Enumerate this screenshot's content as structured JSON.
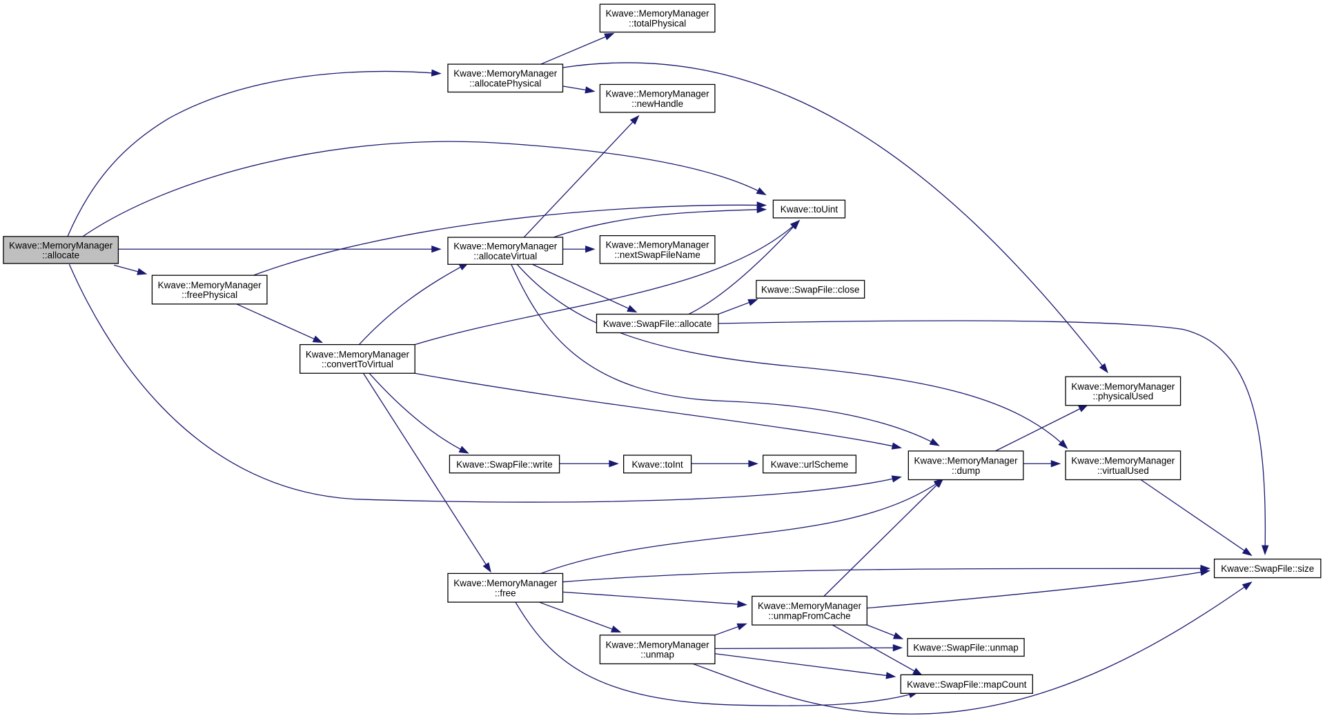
{
  "colors": {
    "edge": "#191970",
    "root_fill": "#bfbfbf",
    "node_fill": "#ffffff",
    "node_border": "#000000"
  },
  "nodes": [
    {
      "id": "allocate",
      "lines": [
        "Kwave::MemoryManager",
        "::allocate"
      ],
      "root": true
    },
    {
      "id": "allocatePhysical",
      "lines": [
        "Kwave::MemoryManager",
        "::allocatePhysical"
      ]
    },
    {
      "id": "totalPhysical",
      "lines": [
        "Kwave::MemoryManager",
        "::totalPhysical"
      ]
    },
    {
      "id": "newHandle",
      "lines": [
        "Kwave::MemoryManager",
        "::newHandle"
      ]
    },
    {
      "id": "toUint",
      "lines": [
        "Kwave::toUint"
      ]
    },
    {
      "id": "allocateVirtual",
      "lines": [
        "Kwave::MemoryManager",
        "::allocateVirtual"
      ]
    },
    {
      "id": "nextSwapFileName",
      "lines": [
        "Kwave::MemoryManager",
        "::nextSwapFileName"
      ]
    },
    {
      "id": "freePhysical",
      "lines": [
        "Kwave::MemoryManager",
        "::freePhysical"
      ]
    },
    {
      "id": "swapClose",
      "lines": [
        "Kwave::SwapFile::close"
      ]
    },
    {
      "id": "swapAllocate",
      "lines": [
        "Kwave::SwapFile::allocate"
      ]
    },
    {
      "id": "convertToVirtual",
      "lines": [
        "Kwave::MemoryManager",
        "::convertToVirtual"
      ]
    },
    {
      "id": "physicalUsed",
      "lines": [
        "Kwave::MemoryManager",
        "::physicalUsed"
      ]
    },
    {
      "id": "swapWrite",
      "lines": [
        "Kwave::SwapFile::write"
      ]
    },
    {
      "id": "toInt",
      "lines": [
        "Kwave::toInt"
      ]
    },
    {
      "id": "urlScheme",
      "lines": [
        "Kwave::urlScheme"
      ]
    },
    {
      "id": "dump",
      "lines": [
        "Kwave::MemoryManager",
        "::dump"
      ]
    },
    {
      "id": "virtualUsed",
      "lines": [
        "Kwave::MemoryManager",
        "::virtualUsed"
      ]
    },
    {
      "id": "free",
      "lines": [
        "Kwave::MemoryManager",
        "::free"
      ]
    },
    {
      "id": "swapSize",
      "lines": [
        "Kwave::SwapFile::size"
      ]
    },
    {
      "id": "unmapFromCache",
      "lines": [
        "Kwave::MemoryManager",
        "::unmapFromCache"
      ]
    },
    {
      "id": "unmap",
      "lines": [
        "Kwave::MemoryManager",
        "::unmap"
      ]
    },
    {
      "id": "swapUnmap",
      "lines": [
        "Kwave::SwapFile::unmap"
      ]
    },
    {
      "id": "mapCount",
      "lines": [
        "Kwave::SwapFile::mapCount"
      ]
    }
  ],
  "edges": [
    [
      "allocate",
      "allocatePhysical"
    ],
    [
      "allocate",
      "toUint"
    ],
    [
      "allocate",
      "allocateVirtual"
    ],
    [
      "allocate",
      "freePhysical"
    ],
    [
      "allocate",
      "dump"
    ],
    [
      "allocatePhysical",
      "totalPhysical"
    ],
    [
      "allocatePhysical",
      "newHandle"
    ],
    [
      "allocatePhysical",
      "physicalUsed"
    ],
    [
      "allocateVirtual",
      "newHandle"
    ],
    [
      "allocateVirtual",
      "toUint"
    ],
    [
      "allocateVirtual",
      "nextSwapFileName"
    ],
    [
      "allocateVirtual",
      "swapAllocate"
    ],
    [
      "allocateVirtual",
      "dump"
    ],
    [
      "allocateVirtual",
      "virtualUsed"
    ],
    [
      "freePhysical",
      "toUint"
    ],
    [
      "freePhysical",
      "convertToVirtual"
    ],
    [
      "swapAllocate",
      "toUint"
    ],
    [
      "swapAllocate",
      "swapClose"
    ],
    [
      "swapAllocate",
      "swapSize"
    ],
    [
      "convertToVirtual",
      "allocateVirtual"
    ],
    [
      "convertToVirtual",
      "toUint"
    ],
    [
      "convertToVirtual",
      "swapWrite"
    ],
    [
      "convertToVirtual",
      "dump"
    ],
    [
      "convertToVirtual",
      "free"
    ],
    [
      "swapWrite",
      "toInt"
    ],
    [
      "toInt",
      "urlScheme"
    ],
    [
      "dump",
      "physicalUsed"
    ],
    [
      "dump",
      "virtualUsed"
    ],
    [
      "virtualUsed",
      "swapSize"
    ],
    [
      "free",
      "dump"
    ],
    [
      "free",
      "swapSize"
    ],
    [
      "free",
      "unmapFromCache"
    ],
    [
      "free",
      "unmap"
    ],
    [
      "free",
      "mapCount"
    ],
    [
      "unmapFromCache",
      "dump"
    ],
    [
      "unmapFromCache",
      "swapSize"
    ],
    [
      "unmapFromCache",
      "swapUnmap"
    ],
    [
      "unmapFromCache",
      "mapCount"
    ],
    [
      "unmap",
      "unmapFromCache"
    ],
    [
      "unmap",
      "swapUnmap"
    ],
    [
      "unmap",
      "mapCount"
    ],
    [
      "unmap",
      "swapSize"
    ]
  ]
}
